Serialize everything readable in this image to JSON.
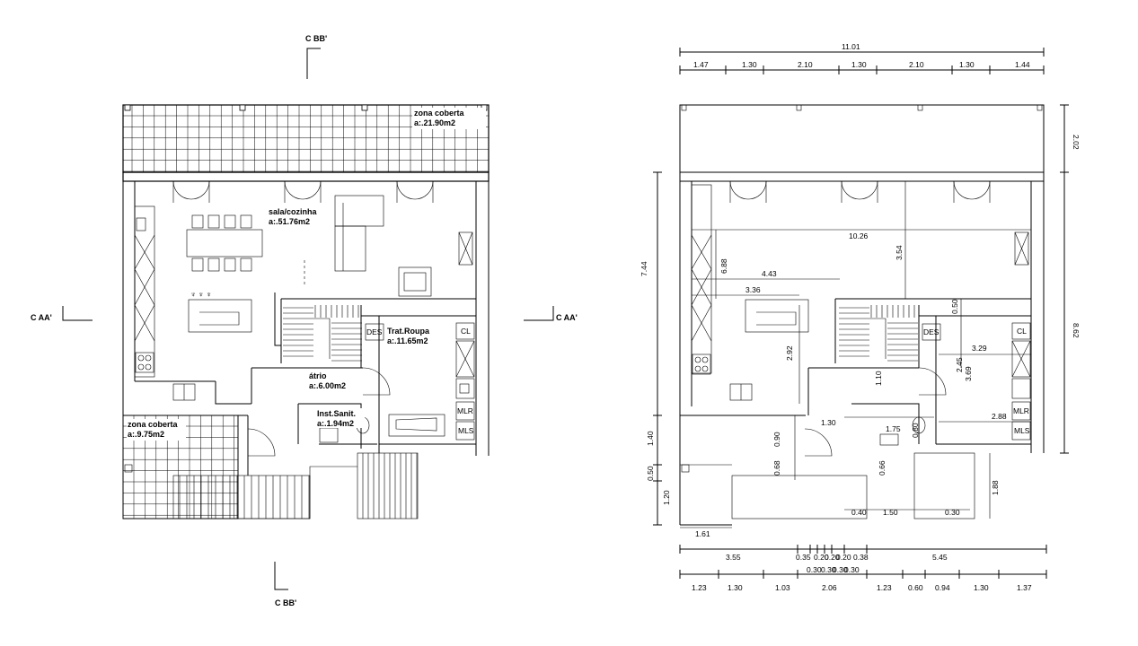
{
  "plan": {
    "section_marker_bb": "C BB'",
    "section_marker_aa": "C AA'",
    "rooms": {
      "zone_top": {
        "name": "zona coberta",
        "area": "a:.21.90m2"
      },
      "sala": {
        "name": "sala/cozinha",
        "area": "a:.51.76m2"
      },
      "trat": {
        "name": "Trat.Roupa",
        "area": "a:.11.65m2"
      },
      "atrio": {
        "name": "átrio",
        "area": "a:.6.00m2"
      },
      "inst": {
        "name": "Inst.Sanit.",
        "area": "a:.1.94m2"
      },
      "zone_bottom": {
        "name": "zona coberta",
        "area": "a:.9.75m2"
      }
    },
    "appliance_labels": {
      "des": "DES",
      "cl": "CL",
      "mlr": "MLR",
      "mls": "MLS"
    }
  },
  "dims": {
    "top_total": "11.01",
    "top_row": [
      "1.47",
      "1.30",
      "2.10",
      "1.30",
      "2.10",
      "1.30",
      "1.44"
    ],
    "right": [
      "2.02",
      "8.62"
    ],
    "left": [
      "7.44",
      "1.40",
      "0.50",
      "1.20"
    ],
    "inner": [
      "10.26",
      "3.54",
      "4.43",
      "3.36",
      "6.88",
      "2.92",
      "0.50",
      "3.29",
      "3.69",
      "2.45",
      "1.10",
      "1.30",
      "1.75",
      "0.90",
      "0.68",
      "2.88",
      "0.66",
      "0.80",
      "0.40",
      "1.50",
      "0.30",
      "1.88",
      "1.61"
    ],
    "bottom_row1": [
      "3.55",
      "0.35",
      "0.20",
      "0.20",
      "0.20",
      "0.38",
      "5.45"
    ],
    "bottom_row1b": [
      "0.30",
      "0.30",
      "0.30",
      "0.30"
    ],
    "bottom_row2": [
      "1.23",
      "1.30",
      "1.03",
      "2.06",
      "1.23",
      "0.60",
      "0.94",
      "1.30",
      "1.37"
    ]
  }
}
